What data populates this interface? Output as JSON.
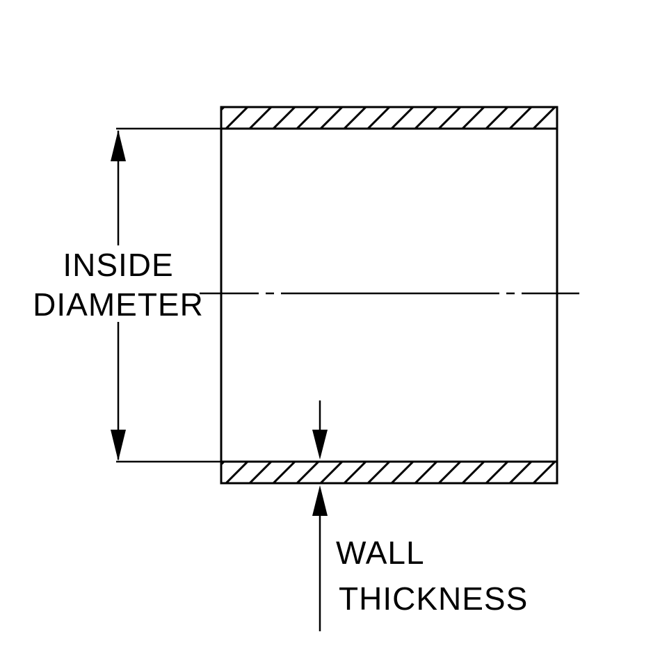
{
  "diagram": {
    "type": "technical-drawing",
    "colors": {
      "line": "#000000",
      "background": "#ffffff"
    },
    "labels": {
      "inside_diameter": {
        "line1": "INSIDE",
        "line2": "DIAMETER"
      },
      "wall_thickness": {
        "line1": "WALL",
        "line2": "THICKNESS"
      }
    }
  }
}
